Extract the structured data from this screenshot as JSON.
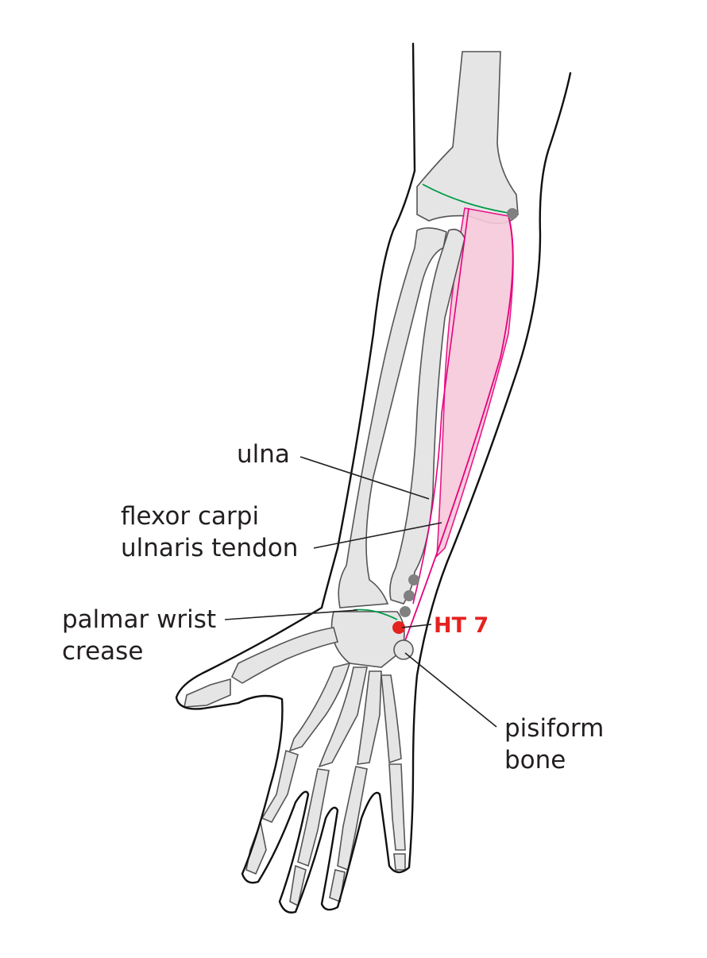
{
  "labels": {
    "ulna": "ulna",
    "tendon_line1": "flexor carpi",
    "tendon_line2": "ulnaris tendon",
    "crease_line1": "palmar wrist",
    "crease_line2": "crease",
    "point": "HT 7",
    "pisiform_line1": "pisiform",
    "pisiform_line2": "bone"
  },
  "colors": {
    "point": "#e42320",
    "muscle": "#f6c9da",
    "tendon_line": "#e6007e",
    "crease_line": "#009a44",
    "landmark": "#808080",
    "bone": "#e5e5e6"
  }
}
